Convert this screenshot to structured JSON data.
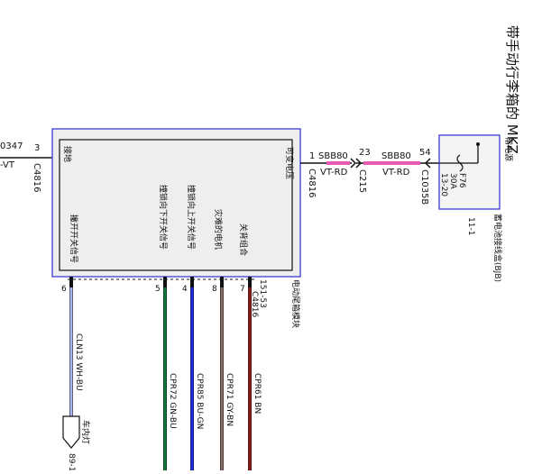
{
  "title": "带手动行李箱的 MKZ",
  "module": {
    "name": "电动尾箱模块",
    "ref": "151-53",
    "pin_labels": {
      "ground": "接地",
      "power": "可变电压",
      "signal_top": "关背组合",
      "motor": "灾难的电机",
      "release_up": "撞锁向上开关信号",
      "release_down": "撞锁向下开关信号",
      "latch_signal": "撇开开关信号"
    }
  },
  "left_wire": {
    "code": "0347",
    "color": "-VT",
    "pin": "3",
    "connector": "C4816"
  },
  "power_path": {
    "pin_in": "1",
    "connector_module": "C4816",
    "wire1_code": "SBB80",
    "wire1_color": "VT-RD",
    "pin_mid": "23",
    "connector_mid": "C215",
    "wire2_code": "SBB80",
    "wire2_color": "VT-RD",
    "pin_fuse": "54",
    "connector_fuse": "C1035B"
  },
  "fuse_box": {
    "fuse_id": "F76",
    "rating": "30A",
    "pages": "13-20",
    "label_top": "常电源",
    "label_box": "蓄电池接线盒(BJB)",
    "ref": "11-1"
  },
  "bottom_wires": [
    {
      "pin": "6",
      "code": "CLN13",
      "color": "WH-BU"
    },
    {
      "pin": "5",
      "code": "CPR72",
      "color": "GN-BU"
    },
    {
      "pin": "4",
      "code": "CPR85",
      "color": "BU-GN"
    },
    {
      "pin": "8",
      "code": "CPR71",
      "color": "GY-BN"
    },
    {
      "pin": "7",
      "code": "CPR61",
      "color": "BN"
    }
  ],
  "bottom_connector": "C4816",
  "terminal": {
    "label": "车内灯",
    "ref": "89-1"
  },
  "colors": {
    "line": "#111111",
    "box_border": "#4a4ad8",
    "box_fill": "#eeeeee",
    "fuse_fill": "#f4f4f4",
    "pink": "#e85bb5",
    "green": "#0f7a3a",
    "blue": "#1f2ee8",
    "gray_brown": "#8a6e66",
    "brown": "#8b1b1b",
    "white_blue": "#aab4ee"
  }
}
